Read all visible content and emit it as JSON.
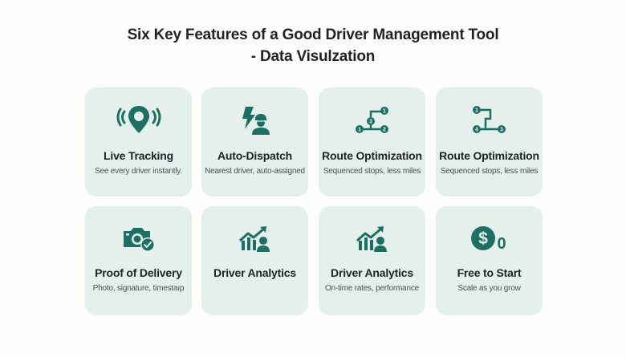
{
  "title": {
    "line1": "Six Key Features of a Good Driver Management Tool",
    "line2": "- Data Visulzation"
  },
  "colors": {
    "accent": "#1f6e63",
    "card_bg": "#e3f0eb",
    "text_dark": "#1f2326",
    "text_sub": "#4a4f52"
  },
  "cards": [
    {
      "icon": "location-pin-broadcast-icon",
      "title": "Live Tracking",
      "subtitle": "See every driver instantly."
    },
    {
      "icon": "lightning-driver-icon",
      "title": "Auto-Dispatch",
      "subtitle": "Nearest driver, auto-assigned"
    },
    {
      "icon": "route-stops-icon",
      "title": "Route Optimization",
      "subtitle": "Sequenced stops, less miles",
      "stops": [
        "1",
        "3",
        "1",
        "2"
      ]
    },
    {
      "icon": "route-stops-icon",
      "title": "Route Optimization",
      "subtitle": "Sequenced stops, less miles",
      "stops": [
        "1",
        "4",
        "3"
      ]
    },
    {
      "icon": "camera-check-icon",
      "title": "Proof of Delivery",
      "subtitle": "Photo, signature, timestaıp"
    },
    {
      "icon": "analytics-driver-icon",
      "title": "Driver Analytics",
      "subtitle": ""
    },
    {
      "icon": "analytics-driver-icon",
      "title": "Driver Analytics",
      "subtitle": "On-time rates, performance"
    },
    {
      "icon": "dollar-zero-icon",
      "title": "Free to Start",
      "subtitle": "Scale as you grow",
      "price_symbol": "$",
      "price_value": "0"
    }
  ]
}
